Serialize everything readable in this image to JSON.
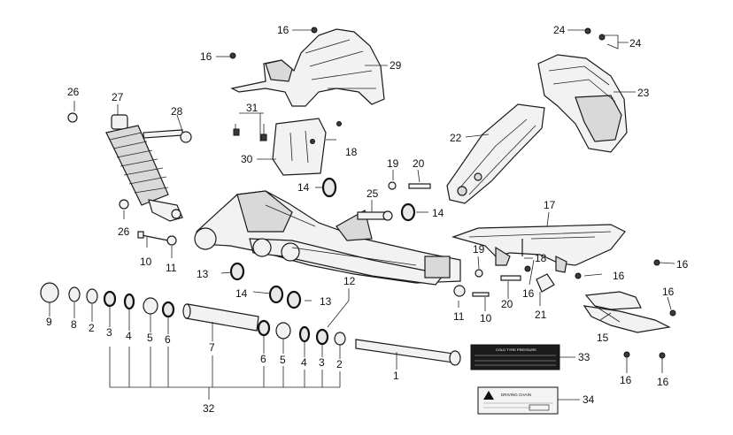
{
  "diagram": {
    "callouts": {
      "c1": "1",
      "c2a": "2",
      "c2b": "2",
      "c3a": "3",
      "c3b": "3",
      "c4a": "4",
      "c4b": "4",
      "c5a": "5",
      "c5b": "5",
      "c6a": "6",
      "c6b": "6",
      "c7": "7",
      "c8": "8",
      "c9": "9",
      "c10a": "10",
      "c10b": "10",
      "c11a": "11",
      "c11b": "11",
      "c12": "12",
      "c13a": "13",
      "c13b": "13",
      "c14a": "14",
      "c14b": "14",
      "c14c": "14",
      "c15": "15",
      "c16a": "16",
      "c16b": "16",
      "c16c": "16",
      "c16d": "16",
      "c16e": "16",
      "c16f": "16",
      "c16g": "16",
      "c16h": "16",
      "c17": "17",
      "c18a": "18",
      "c18b": "18",
      "c19a": "19",
      "c19b": "19",
      "c20a": "20",
      "c20b": "20",
      "c21": "21",
      "c22": "22",
      "c23": "23",
      "c24a": "24",
      "c24b": "24",
      "c25": "25",
      "c26a": "26",
      "c26b": "26",
      "c27": "27",
      "c28": "28",
      "c29": "29",
      "c30": "30",
      "c31": "31",
      "c32": "32",
      "c33": "33",
      "c34": "34"
    },
    "labels": {
      "tire_label_title": "COLD TYRE PRESSURE",
      "chain_label_title": "DRIVING CHAIN"
    }
  }
}
